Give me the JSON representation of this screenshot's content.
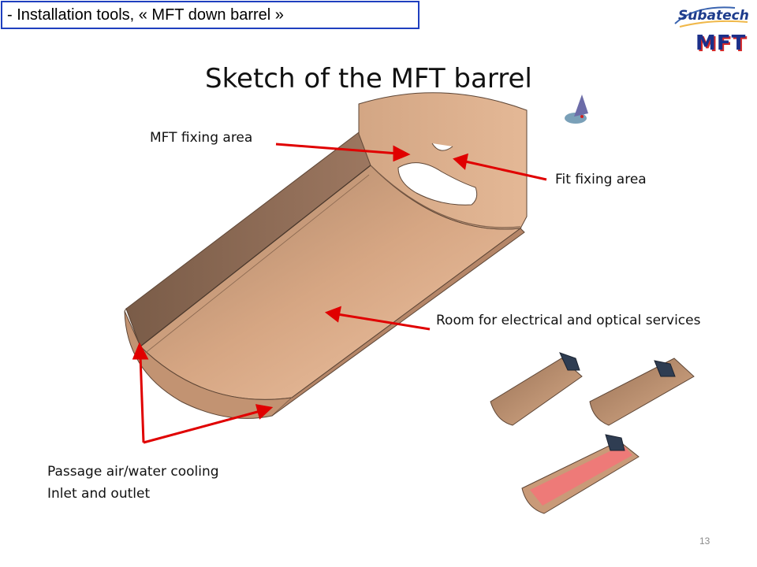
{
  "header": {
    "title": "- Installation tools, « MFT down barrel »"
  },
  "slide": {
    "title": "Sketch of the MFT barrel",
    "page_number": "13"
  },
  "logos": {
    "subatech": "Subatech",
    "mft": "MFT"
  },
  "annotations": {
    "mft_fixing_area": "MFT fixing area",
    "fit_fixing_area": "Fit fixing area",
    "room_services": "Room for electrical and optical services",
    "passage_line1": "Passage air/water cooling",
    "passage_line2": "Inlet and outlet"
  },
  "colors": {
    "barrel": "#c99a78",
    "barrel_dark": "#8a6a52",
    "arrow": "#e00000",
    "header_border": "#1f3fbf"
  }
}
